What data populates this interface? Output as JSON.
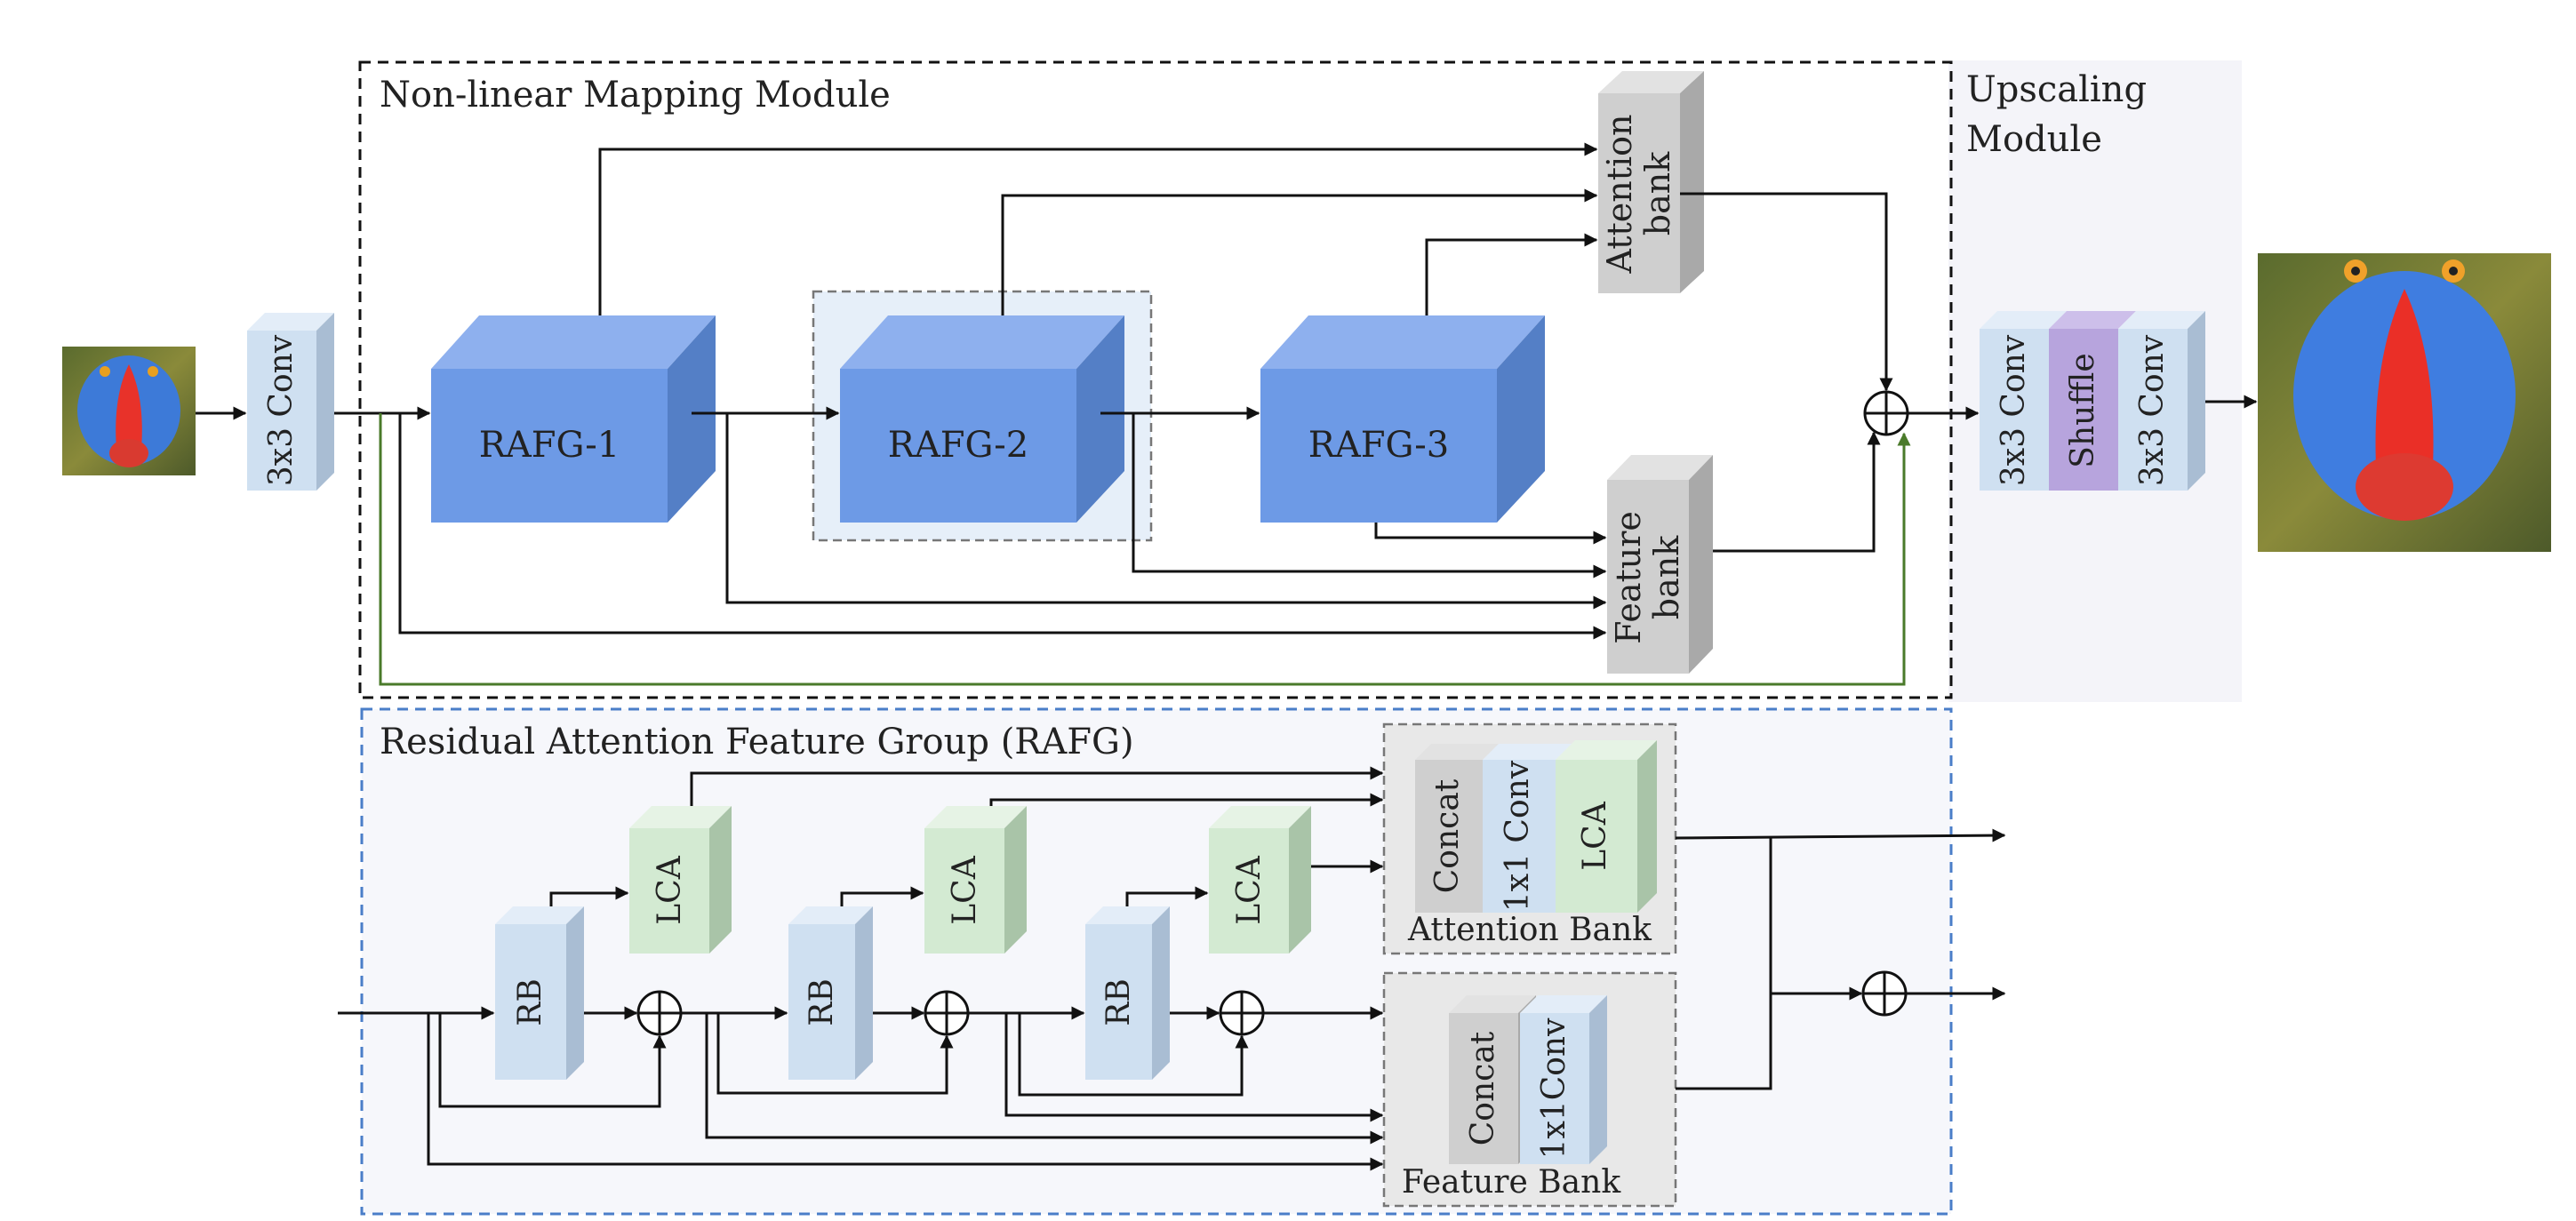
{
  "modules": {
    "mapping_title": "Non-linear Mapping Module",
    "upscaling_title_1": "Upscaling",
    "upscaling_title_2": "Module",
    "rafg_title": "Residual Attention Feature Group (RAFG)"
  },
  "blocks": {
    "conv_in": "3x3 Conv",
    "rafg1": "RAFG-1",
    "rafg2": "RAFG-2",
    "rafg3": "RAFG-3",
    "attention_bank_1": "Attention",
    "attention_bank_2": "bank",
    "feature_bank_1": "Feature",
    "feature_bank_2": "bank",
    "up_conv1": "3x3 Conv",
    "shuffle": "Shuffle",
    "up_conv2": "3x3 Conv"
  },
  "rafg_detail": {
    "rb": "RB",
    "lca": "LCA",
    "concat": "Concat",
    "conv1x1_att": "1x1 Conv",
    "conv1x1_feat": "1x1Conv",
    "attention_bank_label": "Attention Bank",
    "feature_bank_label": "Feature Bank"
  },
  "colors": {
    "rafg_blue": "#6d9ae6",
    "conv_light_blue": "#cfe0f1",
    "lca_green": "#d3ead2",
    "shuffle_purple": "#b7a4dd",
    "bank_gray": "#cfcfcf",
    "skip_green": "#4a7a2a",
    "rafg_border_blue": "#4a7ec8"
  }
}
